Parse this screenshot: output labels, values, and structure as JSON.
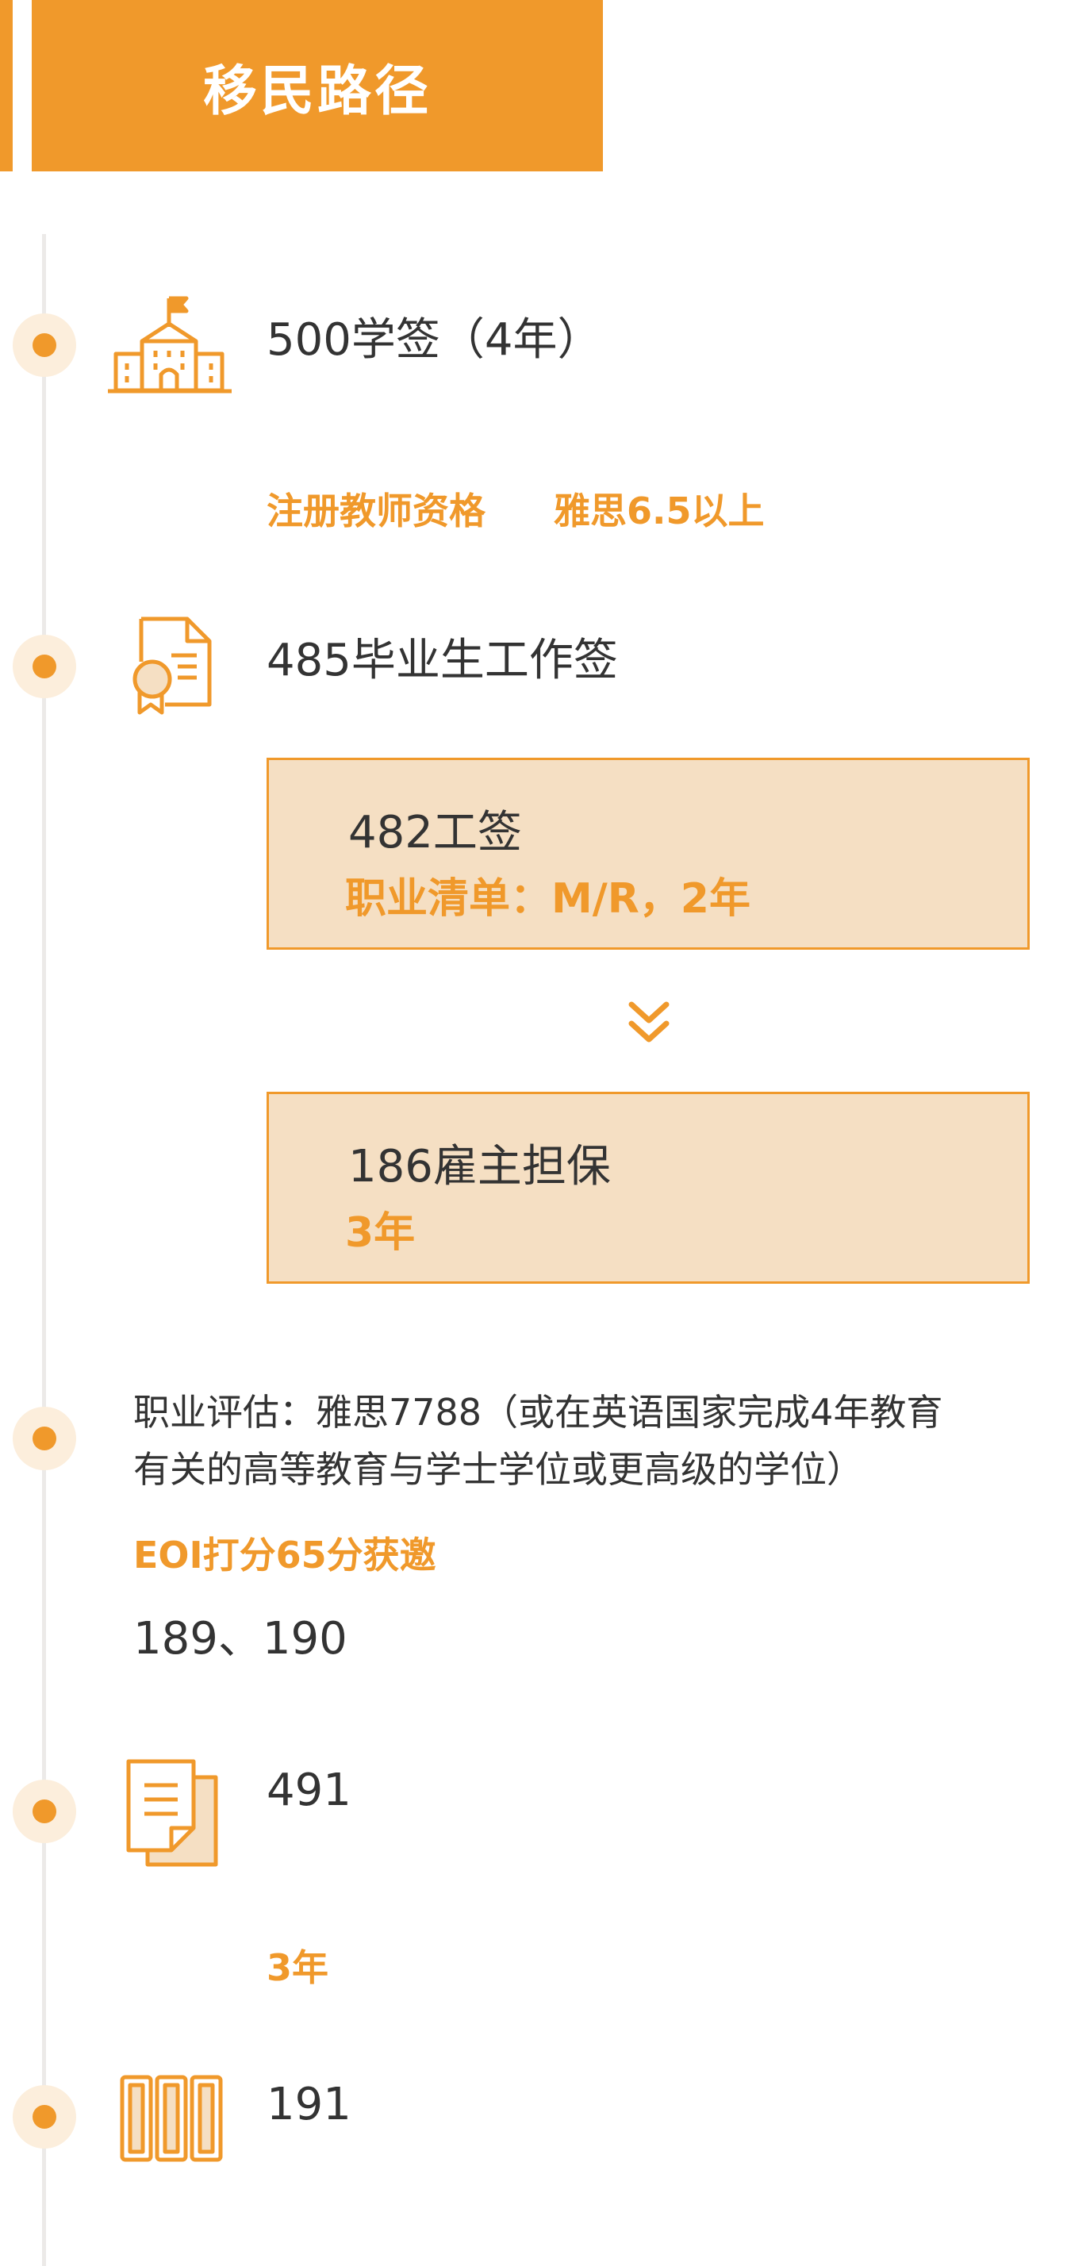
{
  "header": {
    "title": "移民路径"
  },
  "steps": {
    "student_visa": {
      "label": "500学签（4年）",
      "requirement_1": "注册教师资格",
      "requirement_2": "雅思6.5以上"
    },
    "graduate_visa": {
      "label": "485毕业生工作签"
    },
    "card_482": {
      "title": "482工签",
      "subtitle": "职业清单：M/R，2年"
    },
    "card_186": {
      "title": "186雇主担保",
      "subtitle": "3年"
    },
    "skill_assessment": {
      "line_1": "职业评估：雅思7788（或在英语国家完成4年教育",
      "line_2": "有关的高等教育与学士学位或更高级的学位）",
      "eoi": "EOI打分65分获邀",
      "visas": "189、190"
    },
    "visa_491": {
      "label": "491",
      "duration": "3年"
    },
    "visa_191": {
      "label": "191"
    }
  },
  "icons": {
    "school": "school-icon",
    "certificate": "certificate-icon",
    "chevron": "double-chevron-down-icon",
    "document": "document-icon",
    "books": "books-icon"
  },
  "colors": {
    "accent": "#F0992B",
    "card_fill": "#F5DFC3",
    "dot_halo": "#FCEEDC",
    "text": "#333333"
  }
}
